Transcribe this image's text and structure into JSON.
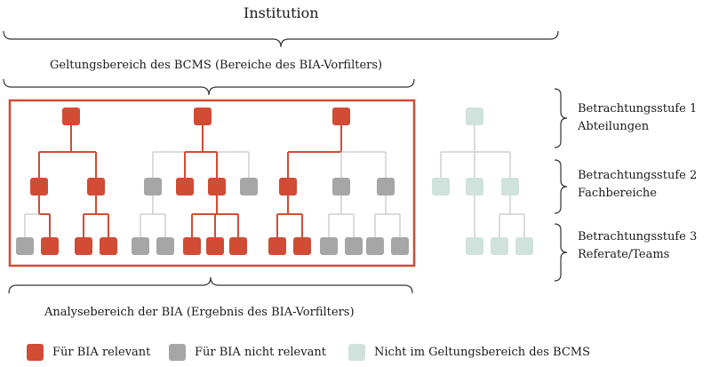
{
  "title": "Institution",
  "scope_label": "Geltungsbereich des BCMS (Bereiche des BIA-Vorfilters)",
  "analysis_label": "Analysebereich der BIA (Ergebnis des BIA-Vorfilters)",
  "levels": [
    {
      "line1": "Betrachtungsstufe 1",
      "line2": "Abteilungen"
    },
    {
      "line1": "Betrachtungsstufe 2",
      "line2": "Fachbereiche"
    },
    {
      "line1": "Betrachtungsstufe 3",
      "line2": "Referate/Teams"
    }
  ],
  "legend": [
    {
      "label": "Für BIA relevant",
      "color": "#d24b35"
    },
    {
      "label": "Für BIA nicht relevant",
      "color": "#a6a6a6"
    },
    {
      "label": "Nicht im Geltungsbereich des BCMS",
      "color": "#cfe2dc"
    }
  ],
  "colors": {
    "relevant": "#d24b35",
    "not_relevant": "#a6a6a6",
    "out_of_scope": "#cfe2dc",
    "line_grey": "#cfcfcf",
    "frame": "#d24b35",
    "brace": "#333333"
  }
}
